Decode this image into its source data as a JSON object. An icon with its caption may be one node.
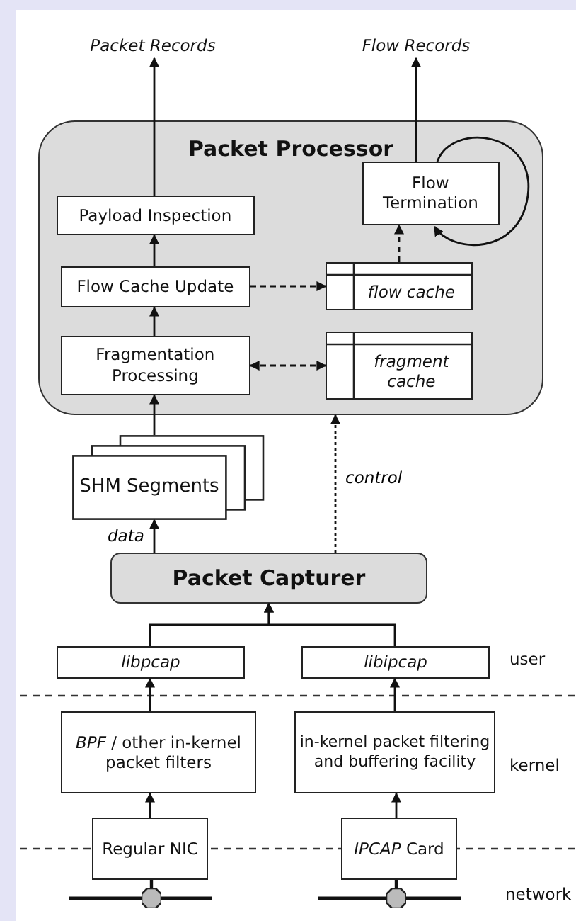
{
  "diagram": {
    "nodes": [
      {
        "text": [
          "Packet Records"
        ]
      },
      {
        "text": [
          "Flow Records"
        ]
      },
      {
        "text": [
          "Packet Processor"
        ]
      },
      {
        "text": [
          "Payload Inspection"
        ],
        "in": 2
      },
      {
        "text": [
          "Flow Termination"
        ],
        "in": 2
      },
      {
        "text": [
          "Flow Cache Update"
        ],
        "in": 2
      },
      {
        "text": [
          "flow cache"
        ],
        "in": 2
      },
      {
        "text": [
          "Fragmentation Processing"
        ],
        "in": 2
      },
      {
        "text": [
          "fragment cache"
        ],
        "in": 2
      },
      {
        "text": [
          "SHM Segments"
        ]
      },
      {
        "text": [
          "Packet Capturer"
        ]
      },
      {
        "text": [
          "libpcap"
        ]
      },
      {
        "text": [
          "libipcap"
        ]
      },
      {
        "text": [
          "*BPF* / other in-kernel packet filters"
        ]
      },
      {
        "text": [
          "in-kernel packet filtering and buffering facility"
        ]
      },
      {
        "text": [
          "Regular NIC"
        ]
      },
      {
        "text": [
          "*IPCAP* Card"
        ]
      },
      {
        "text": [],
        "shape": "circle"
      },
      {
        "text": [],
        "shape": "circle"
      }
    ],
    "edges": [
      {
        "from": 3,
        "to": 0,
        "arrow": "to"
      },
      {
        "from": 4,
        "to": 1,
        "arrow": "to"
      },
      {
        "from": 4,
        "to": 4,
        "arrow": "to"
      },
      {
        "from": 5,
        "to": 3,
        "arrow": "to"
      },
      {
        "from": 5,
        "to": 6,
        "arrow": "to",
        "style": "dashed"
      },
      {
        "from": 6,
        "to": 4,
        "arrow": "to",
        "style": "dashed"
      },
      {
        "from": 7,
        "to": 5,
        "arrow": "to"
      },
      {
        "from": 7,
        "to": 8,
        "arrow": "both",
        "style": "dashed"
      },
      {
        "from": 9,
        "to": 7,
        "arrow": "to"
      },
      {
        "from": 10,
        "to": 9,
        "arrow": "to",
        "label": "data"
      },
      {
        "from": 10,
        "to": 2,
        "arrow": "to",
        "label": "control",
        "style": "dashed"
      },
      {
        "from": 11,
        "to": 10,
        "arrow": "to"
      },
      {
        "from": 12,
        "to": 10,
        "arrow": "to"
      },
      {
        "from": 13,
        "to": 11,
        "arrow": "to"
      },
      {
        "from": 14,
        "to": 12,
        "arrow": "to"
      },
      {
        "from": 15,
        "to": 13,
        "arrow": "to"
      },
      {
        "from": 16,
        "to": 14,
        "arrow": "to"
      },
      {
        "from": 17,
        "to": 15,
        "arrow": "none"
      },
      {
        "from": 18,
        "to": 16,
        "arrow": "none"
      }
    ],
    "labels": [
      "user",
      "kernel",
      "network"
    ]
  }
}
